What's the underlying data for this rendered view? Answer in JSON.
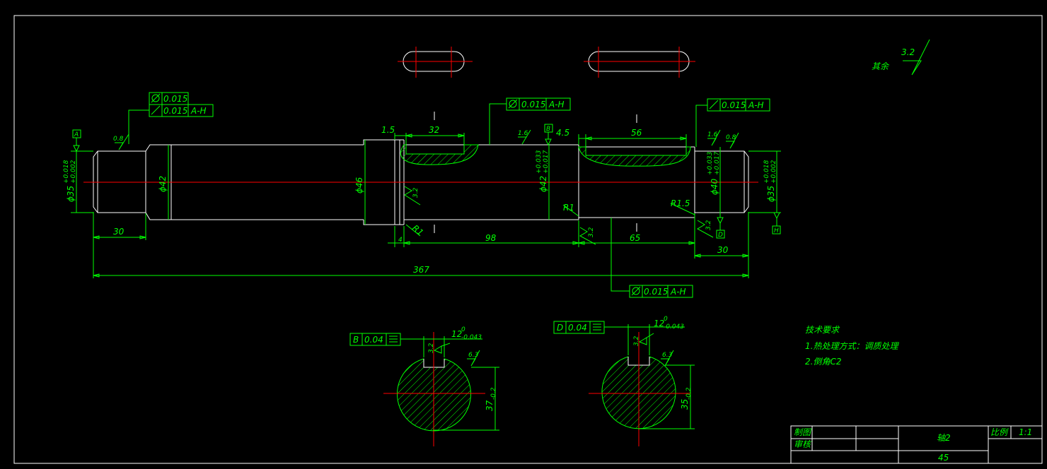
{
  "colors": {
    "background": "#000000",
    "outline": "#ffffff",
    "dimension": "#00ff00",
    "centerline": "#ff0000"
  },
  "roughness_note": {
    "prefix": "其余",
    "value": "3.2"
  },
  "dims": {
    "d_len_367": "367",
    "d_len_30_left": "30",
    "d_len_30_right": "30",
    "d_len_98": "98",
    "d_len_65": "65",
    "d_len_4": "4",
    "d_len_1_5": "1.5",
    "d_len_32": "32",
    "d_len_4_5": "4.5",
    "d_len_56": "56",
    "d_dia_42": "ϕ42",
    "d_dia_46": "ϕ46",
    "d_dia_42_fit": "ϕ42",
    "d_dia_42_tol_up": "+0.033",
    "d_dia_42_tol_dn": "+0.017",
    "d_dia_40": "ϕ40",
    "d_dia_40_tol_up": "+0.033",
    "d_dia_40_tol_dn": "+0.017",
    "d_dia_35_left": "ϕ35",
    "d_dia_35_left_up": "+0.018",
    "d_dia_35_left_dn": "+0.002",
    "d_dia_35_right": "ϕ35",
    "d_dia_35_right_up": "+0.018",
    "d_dia_35_right_dn": "+0.002",
    "r1_a": "R1",
    "r1_b": "R1",
    "r1_5": "R1.5"
  },
  "roughness": {
    "r08_left": "0.8",
    "r16_mid": "1.6",
    "r16_right": "1.6",
    "r08_right": "0.8",
    "r32_a": "3.2",
    "r32_b": "3.2",
    "r32_c": "3.2",
    "r32_sec1": "3.2",
    "r63_sec1": "6.3",
    "r32_sec2": "3.2",
    "r63_sec2": "6.3"
  },
  "datums": {
    "a": "A",
    "b": "B",
    "d": "D",
    "h": "H"
  },
  "fcf": {
    "top_left_1": "0.015",
    "top_left_2": "0.015",
    "top_left_2_ref": "A-H",
    "mid": "0.015",
    "mid_ref": "A-H",
    "right": "0.015",
    "right_ref": "A-H",
    "bottom": "0.015",
    "bottom_ref": "A-H",
    "sec1_datum": "B",
    "sec1_val": "0.04",
    "sec2_datum": "D",
    "sec2_val": "0.04"
  },
  "sections": {
    "sec1_key": "12",
    "sec1_key_tol_up": "0",
    "sec1_key_tol_dn": "-0.043",
    "sec1_depth": "37",
    "sec1_depth_tol": "-0.2",
    "sec2_key": "12",
    "sec2_key_tol_up": "0",
    "sec2_key_tol_dn": "-0.043",
    "sec2_depth": "35",
    "sec2_depth_tol": "-0.2"
  },
  "requirements": {
    "title": "技术要求",
    "item1": "1.热处理方式：调质处理",
    "item2": "2.倒角C2"
  },
  "title_block": {
    "drawn": "制图",
    "checked": "审核",
    "part_name": "轴2",
    "scale_label": "比例",
    "scale_value": "1:1",
    "material": "45"
  }
}
